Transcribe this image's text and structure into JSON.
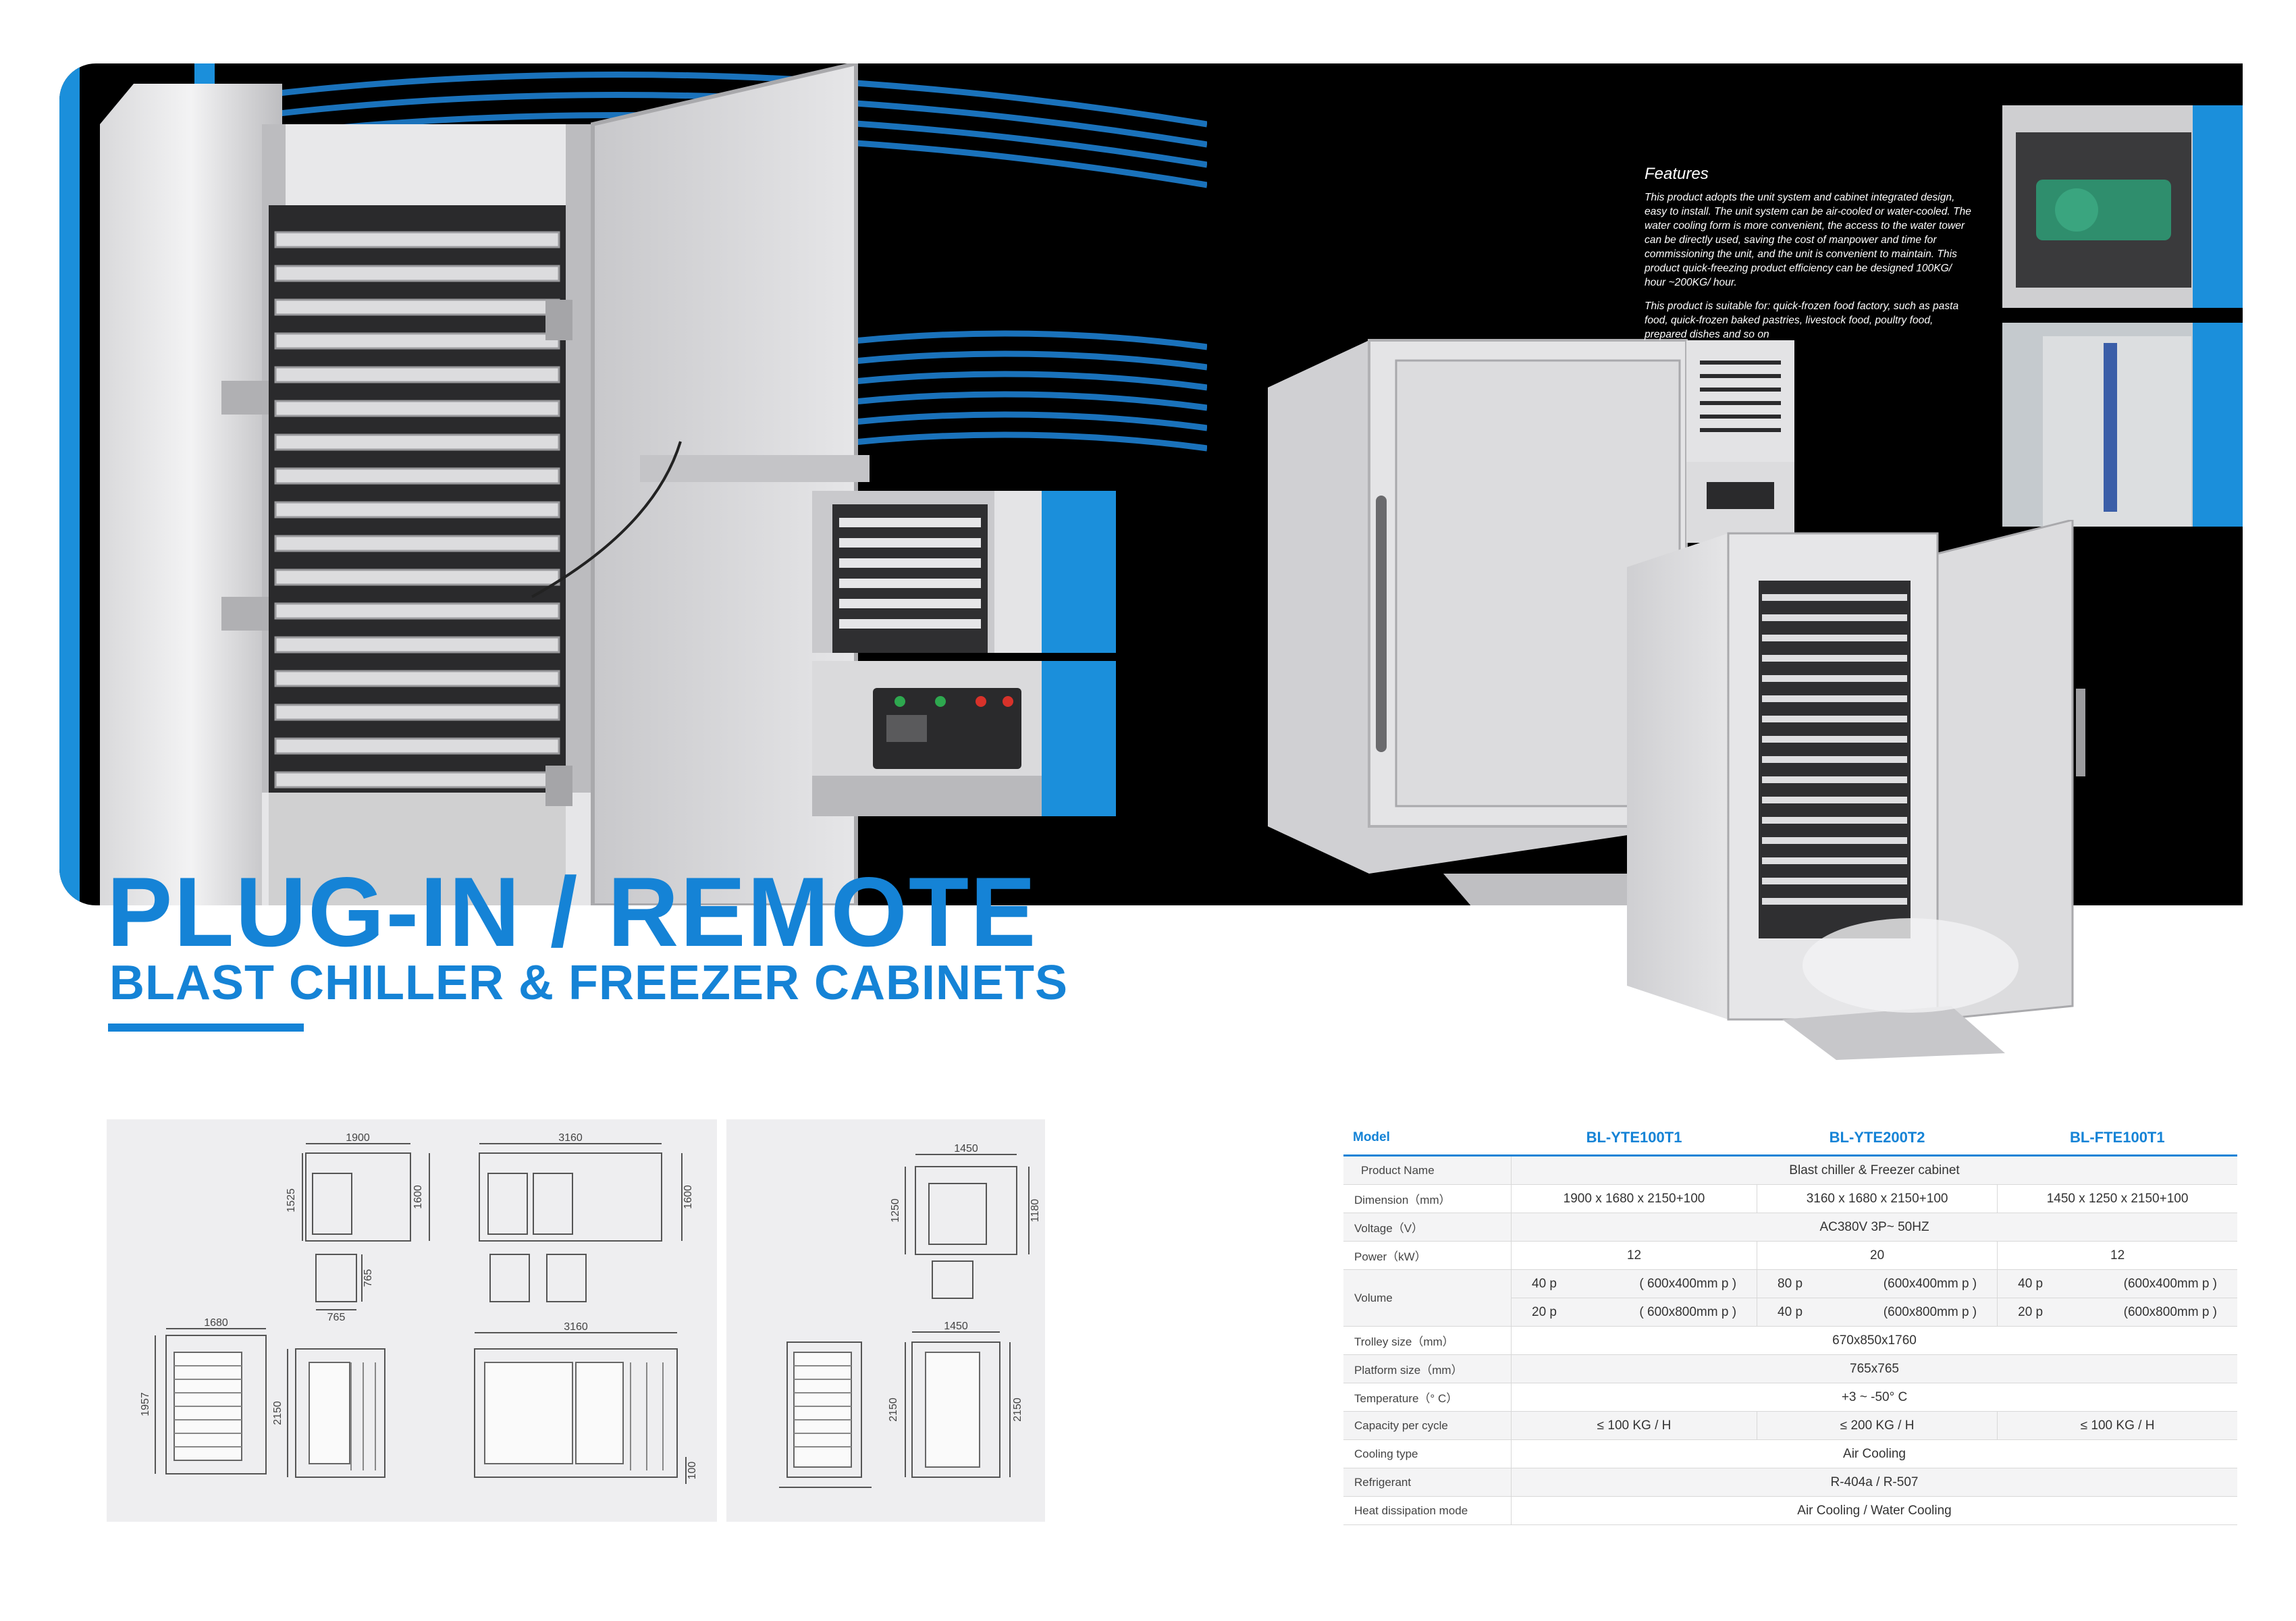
{
  "features": {
    "heading": "Features",
    "paragraph_1": "This product adopts the unit system and cabinet integrated design, easy to install. The unit system can be air-cooled or water-cooled. The water cooling form is more convenient, the access to the water tower can be directly used, saving the cost of manpower and time for commissioning the unit, and the unit is convenient to maintain. This product quick-freezing product efficiency can be designed 100KG/ hour ~200KG/ hour.",
    "paragraph_2": "This product is suitable for: quick-frozen food factory, such as pasta food, quick-frozen baked pastries, livestock food, poultry food, prepared dishes and so on"
  },
  "headline": {
    "line_1": "PLUG-IN / REMOTE",
    "line_2": "BLAST CHILLER & FREEZER CABINETS"
  },
  "drawings": {
    "dim_1900": "1900",
    "dim_3160_top": "3160",
    "dim_1525": "1525",
    "dim_1600_a": "1600",
    "dim_1600_b": "1600",
    "dim_765_v": "765",
    "dim_765_h": "765",
    "dim_1680": "1680",
    "dim_1957": "1957",
    "dim_2150_a": "2150",
    "dim_3160_bottom": "3160",
    "dim_100": "100",
    "dim_1450_top": "1450",
    "dim_1250": "1250",
    "dim_1180": "1180",
    "dim_1450_bottom": "1450",
    "dim_2150_b": "2150",
    "dim_2150_c": "2150"
  },
  "spec_table": {
    "header": {
      "model": "Model",
      "m1": "BL-YTE100T1",
      "m2": "BL-YTE200T2",
      "m3": "BL-FTE100T1"
    },
    "product_name": {
      "label": "Product Name",
      "value": "Blast chiller & Freezer cabinet"
    },
    "dimension": {
      "label": "Dimension（mm）",
      "m1": "1900 x 1680 x 2150+100",
      "m2": "3160 x 1680 x 2150+100",
      "m3": "1450 x 1250 x 2150+100"
    },
    "voltage": {
      "label": "Voltage（V）",
      "value": "AC380V 3P~ 50HZ"
    },
    "power": {
      "label": "Power（kW）",
      "m1": "12",
      "m2": "20",
      "m3": "12"
    },
    "volume": {
      "label": "Volume",
      "row1": {
        "m1_qty": "40 p",
        "m1_size": "( 600x400mm p )",
        "m2_qty": "80 p",
        "m2_size": "(600x400mm p )",
        "m3_qty": "40 p",
        "m3_size": "(600x400mm p )"
      },
      "row2": {
        "m1_qty": "20 p",
        "m1_size": "( 600x800mm p )",
        "m2_qty": "40 p",
        "m2_size": "(600x800mm p )",
        "m3_qty": "20 p",
        "m3_size": "(600x800mm p )"
      }
    },
    "trolley": {
      "label": "Trolley size（mm）",
      "value": "670x850x1760"
    },
    "platform": {
      "label": "Platform size（mm）",
      "value": "765x765"
    },
    "temperature": {
      "label": "Temperature（° C）",
      "value": "+3 ~ -50° C"
    },
    "capacity": {
      "label": "Capacity per cycle",
      "m1": "≤ 100 KG / H",
      "m2": "≤ 200 KG / H",
      "m3": "≤ 100 KG / H"
    },
    "cooling": {
      "label": "Cooling type",
      "value": "Air Cooling"
    },
    "refrigerant": {
      "label": "Refrigerant",
      "value": "R-404a / R-507"
    },
    "heat": {
      "label": "Heat dissipation mode",
      "value": "Air Cooling  / Water Cooling"
    }
  },
  "colors": {
    "brand_blue": "#1583d6",
    "hero_black": "#000000"
  }
}
